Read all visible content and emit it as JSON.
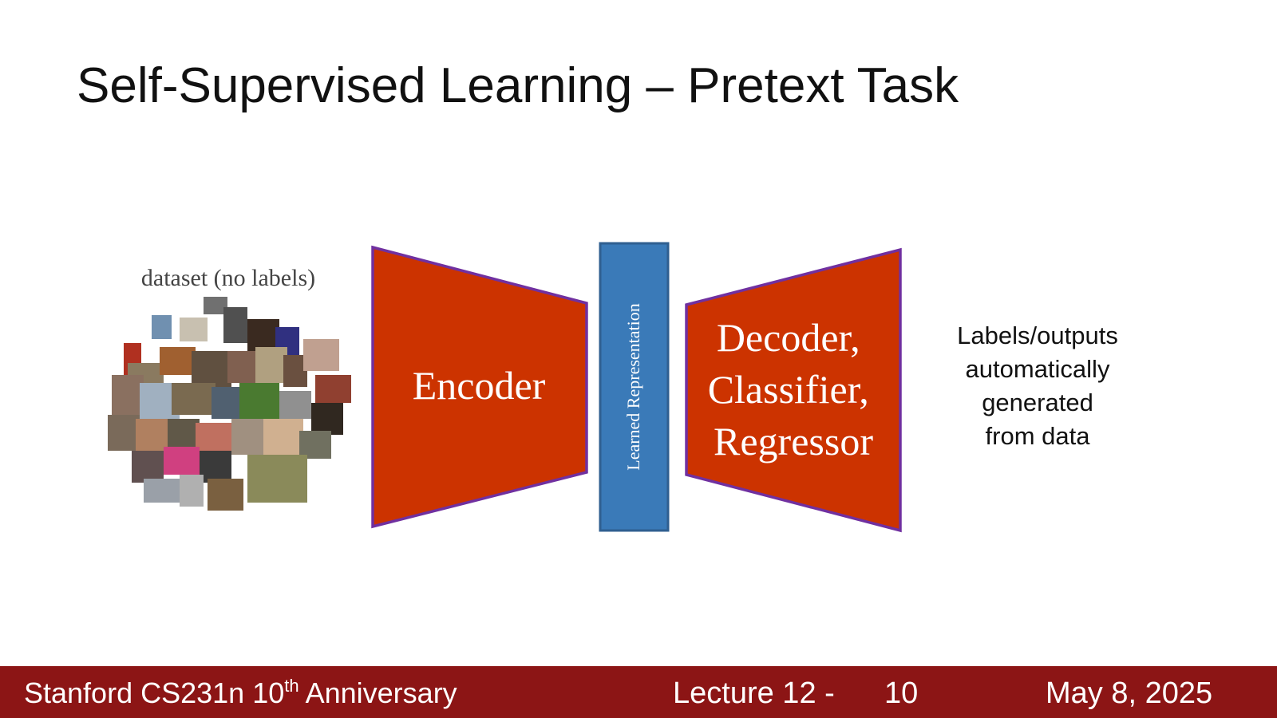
{
  "slide": {
    "title": "Self-Supervised Learning – Pretext Task"
  },
  "diagram": {
    "dataset_label": "dataset (no labels)",
    "encoder_label": "Encoder",
    "representation_label": "Learned Representation",
    "decoder_lines": [
      "Decoder,",
      "Classifier,",
      "Regressor"
    ],
    "outputs_lines": [
      "Labels/outputs",
      "automatically",
      "generated",
      "from data"
    ]
  },
  "colors": {
    "block_fill": "#cc3300",
    "block_border": "#7030a0",
    "representation_fill": "#3a7ab8",
    "footer_bg": "#8c1515"
  },
  "footer": {
    "course": "Stanford CS231n 10",
    "course_sup": "th",
    "course_suffix": " Anniversary",
    "lecture": "Lecture 12 -",
    "page": "10",
    "date": "May 8, 2025"
  }
}
